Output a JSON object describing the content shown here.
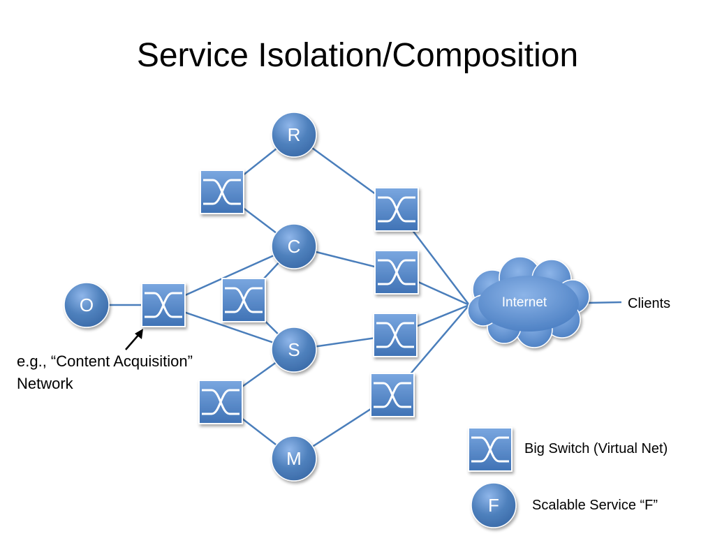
{
  "slide": {
    "title": "Service Isolation/Composition"
  },
  "services": [
    {
      "label": "R"
    },
    {
      "label": "C"
    },
    {
      "label": "S"
    },
    {
      "label": "M"
    },
    {
      "label": "O"
    }
  ],
  "internet": {
    "label": "Internet"
  },
  "clients": {
    "label": "Clients"
  },
  "annotation": {
    "line1": "e.g., “Content Acquisition”",
    "line2": "Network"
  },
  "legend": {
    "switch_label": "Big Switch (Virtual Net)",
    "service_icon_label": "F",
    "service_label": "Scalable Service “F”"
  },
  "colors": {
    "link": "#4a7ebb",
    "node_fill": "#4f81bd",
    "switch_fill": "#5b8fd0",
    "cloud_fill": "#5f93d6"
  }
}
